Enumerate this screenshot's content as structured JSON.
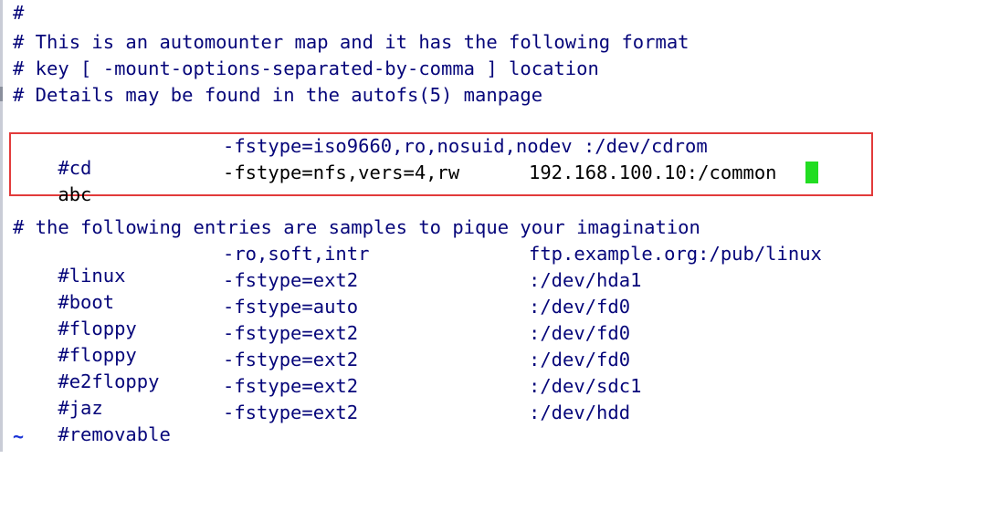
{
  "file": {
    "header_comments": [
      "#",
      "# This is an automounter map and it has the following format",
      "# key [ -mount-options-separated-by-comma ] location",
      "# Details may be found in the autofs(5) manpage"
    ],
    "highlighted_entries": [
      {
        "key": "#cd",
        "options": "-fstype=iso9660,ro,nosuid,nodev :/dev/cdrom",
        "location": ""
      },
      {
        "key": "abc",
        "options": "-fstype=nfs,vers=4,rw",
        "location": "192.168.100.10:/common"
      }
    ],
    "samples_comment": "# the following entries are samples to pique your imagination",
    "sample_entries": [
      {
        "key": "#linux",
        "options": "-ro,soft,intr",
        "location": "ftp.example.org:/pub/linux"
      },
      {
        "key": "#boot",
        "options": "-fstype=ext2",
        "location": ":/dev/hda1"
      },
      {
        "key": "#floppy",
        "options": "-fstype=auto",
        "location": ":/dev/fd0"
      },
      {
        "key": "#floppy",
        "options": "-fstype=ext2",
        "location": ":/dev/fd0"
      },
      {
        "key": "#e2floppy",
        "options": "-fstype=ext2",
        "location": ":/dev/fd0"
      },
      {
        "key": "#jaz",
        "options": "-fstype=ext2",
        "location": ":/dev/sdc1"
      },
      {
        "key": "#removable",
        "options": "-fstype=ext2",
        "location": ":/dev/hdd"
      }
    ],
    "end_marker": "~"
  },
  "colors": {
    "comment": "#06067a",
    "highlight_border": "#e23b3b",
    "cursor": "#22dd22",
    "tilde": "#1a33d6"
  }
}
